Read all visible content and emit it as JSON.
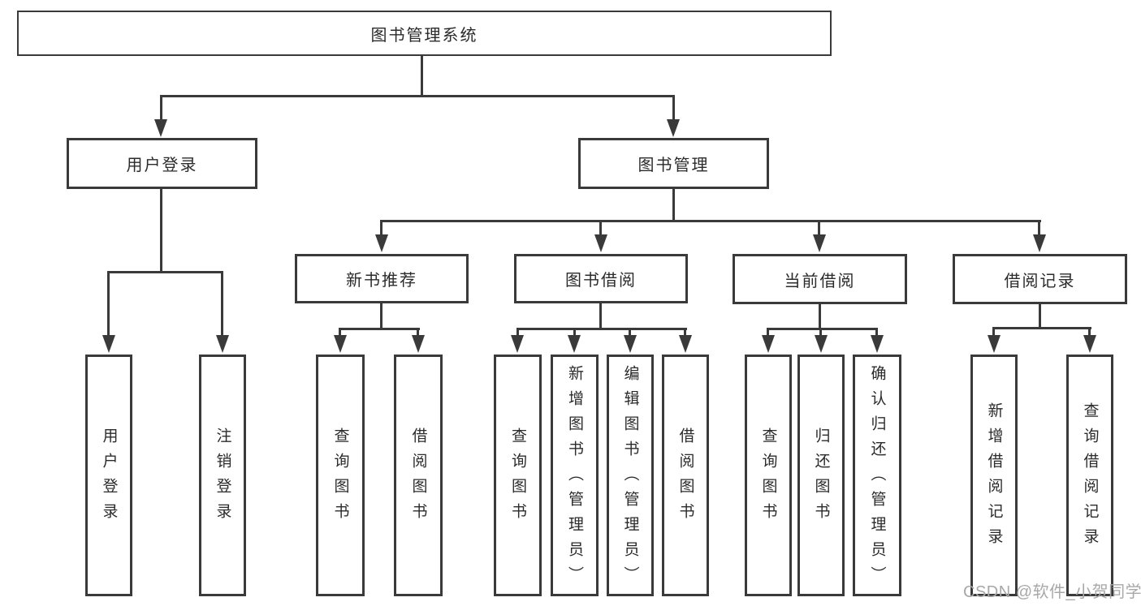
{
  "nodes": {
    "root": {
      "label": "图书管理系统"
    },
    "user_login": {
      "label": "用户登录"
    },
    "book_management": {
      "label": "图书管理"
    },
    "new_book_recommend": {
      "label": "新书推荐"
    },
    "book_borrow": {
      "label": "图书借阅"
    },
    "current_borrow": {
      "label": "当前借阅"
    },
    "borrow_records": {
      "label": "借阅记录"
    }
  },
  "leaves": [
    {
      "id": "user-login",
      "label": "用户登录"
    },
    {
      "id": "logout",
      "label": "注销登录"
    },
    {
      "id": "query-books",
      "label": "查询图书"
    },
    {
      "id": "borrow-books",
      "label": "借阅图书"
    },
    {
      "id": "query-books-2",
      "label": "查询图书"
    },
    {
      "id": "add-book-admin",
      "label": "新增图书（管理员）"
    },
    {
      "id": "edit-book-admin",
      "label": "编辑图书（管理员）"
    },
    {
      "id": "borrow-books-2",
      "label": "借阅图书"
    },
    {
      "id": "query-books-3",
      "label": "查询图书"
    },
    {
      "id": "return-books",
      "label": "归还图书"
    },
    {
      "id": "confirm-return-admin",
      "label": "确认归还（管理员）"
    },
    {
      "id": "add-borrow-record",
      "label": "新增借阅记录"
    },
    {
      "id": "query-borrow-record",
      "label": "查询借阅记录"
    }
  ],
  "watermark": {
    "text": "CSDN @软件_小贺同学"
  },
  "colors": {
    "line": "#3a3a3a",
    "box_border": "#3a3a3a",
    "box_fill": "#ffffff",
    "text": "#2b2b2b",
    "watermark": "#a8a8a8"
  }
}
